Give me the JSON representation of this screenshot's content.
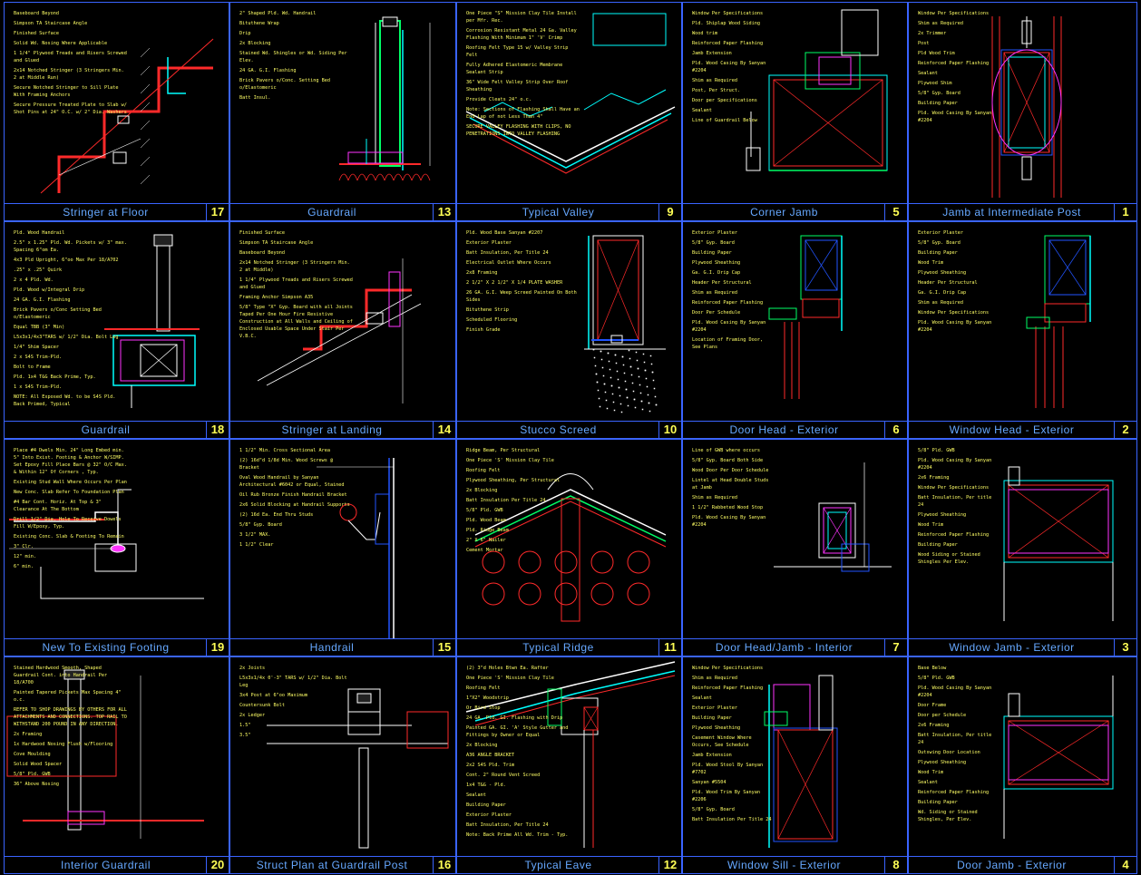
{
  "sheet": {
    "colors": {
      "border": "#3a64ff",
      "title": "#66a8ff",
      "number": "#ffff55",
      "note": "#ffff66",
      "red": "#ff2a2a",
      "cyan": "#00ffff",
      "green": "#00ff66",
      "magenta": "#ff33ff",
      "white": "#ffffff",
      "blue": "#2255ff"
    },
    "panels": [
      {
        "number": "17",
        "title": "Stringer at Floor",
        "art": "stair",
        "side": "left",
        "notes": [
          "Baseboard Beyond",
          "Simpson TA Staircase Angle",
          "Finished Surface",
          "Solid Wd. Nosing Where Applicable",
          "1 1/4\" Plywood Treads and Risers Screwed and Glued",
          "2x14 Notched Stringer (3 Stringers Min. 2 at Middle Run)",
          "Secure Notched Stringer to Sill Plate With Framing Anchors",
          "Secure Pressure Treated Plate to Slab w/ Shot Pins at 24\" O.C. w/ 2\" Dia. Washers"
        ]
      },
      {
        "number": "13",
        "title": "Guardrail",
        "art": "guardrail",
        "side": "left",
        "notes": [
          "2\" Shaped Pld. Wd. Handrail",
          "Bituthene Wrap",
          "Drip",
          "2x Blocking",
          "Stained Wd. Shingles or Wd. Siding Per Elev.",
          "24 GA. G.I. Flashing",
          "Brick Pavers o/Conc. Setting Bed o/Elastomeric",
          "Batt Insul."
        ]
      },
      {
        "number": "9",
        "title": "Typical Valley",
        "art": "valley",
        "side": "left",
        "notes": [
          "One Piece \"S\" Mission Clay Tile Install per Mfr. Rec.",
          "Corrosion Resistant Metal 24 Ga. Valley Flashing With Minimum 1\" 'V' Crimp",
          "Roofing Felt Type 15 w/ Valley Strip Felt",
          "Fully Adhered Elastomeric Membrane Sealant Strip",
          "36\" Wide Felt Valley Strip Over Roof Sheathing",
          "Provide Cleats 24\" o.c.",
          "Note: Sections of Flashing Shall Have an End Lap of not Less Than 4\"",
          "SECURE VALLEY FLASHING WITH CLIPS, NO PENETRATIONS INTO VALLEY FLASHING"
        ]
      },
      {
        "number": "5",
        "title": "Corner Jamb",
        "art": "jamb",
        "side": "left",
        "notes": [
          "Window Per Specifications",
          "Pld. Shiplap Wood Siding",
          "Wood trim",
          "Reinforced Paper Flashing",
          "Jamb Extension",
          "Pld. Wood Casing By Sanyan #2204",
          "Shim as Required",
          "Post, Per Struct.",
          "Door per Specifications",
          "Sealant",
          "Line of Guardrail Below"
        ]
      },
      {
        "number": "1",
        "title": "Jamb at Intermediate Post",
        "art": "post",
        "side": "left",
        "notes": [
          "Window Per Specifications",
          "Shim as Required",
          "2x Trimmer",
          "Post",
          "Pld Wood Trim",
          "Reinforced Paper Flashing",
          "Sealant",
          "Plywood Shim",
          "5/8\" Gyp. Board",
          "Building Paper",
          "Pld. Wood Casing By Sanyan #2204"
        ]
      },
      {
        "number": "18",
        "title": "Guardrail",
        "art": "handrail",
        "side": "left",
        "notes": [
          "Pld. Wood Handrail",
          "2.5\" x 1.25\" Pld. Wd. Pickets w/ 3\" max. Spacing 6\"om Ea.",
          "4x3 Pld Upright, 6\"oo Max Per 18/A702",
          ".25\" x .25\" Quirk",
          "2 x 4 Pld. Wd.",
          "Pld. Wood w/Integral Drip",
          "24 GA. G.I. Flashing",
          "Brick Pavers o/Conc Setting Bed o/Elastomeric",
          "Equal TBB (3\" Min)",
          "L5x3x1/4x3\"TARS w/ 1/2\" Dia. Bolt Leg",
          "1/4\" Shim Spacer",
          "2 x S4S Trim-Pld.",
          "Bolt to Frame",
          "Pld. 1x4 T&G Back Prime, Typ.",
          "1 x S4S Trim-Pld.",
          "NOTE: All Exposed Wd. to be S4S Pld. Back Primed, Typical"
        ]
      },
      {
        "number": "14",
        "title": "Stringer at Landing",
        "art": "stair2",
        "side": "left",
        "notes": [
          "Finished Surface",
          "Simpson TA Staircase Angle",
          "Baseboard Beyond",
          "2x14 Notched Stringer (3 Stringers Min. 2 at Middle)",
          "1 1/4\" Plywood Treads and Risers Screwed and Glued",
          "Framing Anchor Simpson A35",
          "5/8\" Type \"X\" Gyp. Board with all Joints Taped Per One Hour Fire Resistive Construction at All Walls and Ceiling of Enclosed Usable Space Under Stair Per V.B.C."
        ]
      },
      {
        "number": "10",
        "title": "Stucco Screed",
        "art": "stucco",
        "side": "left",
        "notes": [
          "Pld. Wood Base Sanyan #2207",
          "Exterior Plaster",
          "Batt Insulation, Per Title 24",
          "Electrical Outlet Where Occurs",
          "2x8 Framing",
          "2 1/2\" X 2 1/2\" X 1/4 PLATE WASHER",
          "26 GA. G.I. Weep Screed Painted On Both Sides",
          "Bituthene Strip",
          "Scheduled Flooring",
          "Finish Grade"
        ]
      },
      {
        "number": "6",
        "title": "Door Head - Exterior",
        "art": "head",
        "side": "left",
        "notes": [
          "Exterior Plaster",
          "5/8\" Gyp. Board",
          "Building Paper",
          "Plywood Sheathing",
          "Ga. G.I. Drip Cap",
          "Header Per Structural",
          "Shim as Required",
          "Reinforced Paper Flashing",
          "Door Per Schedule",
          "Pld. Wood Casing By Sanyan #2204",
          "Location of Framing Door, See Plans"
        ]
      },
      {
        "number": "2",
        "title": "Window Head - Exterior",
        "art": "whead",
        "side": "left",
        "notes": [
          "Exterior Plaster",
          "5/8\" Gyp. Board",
          "Building Paper",
          "Wood Trim",
          "Plywood Sheathing",
          "Header Per Structural",
          "Ga. G.I. Drip Cap",
          "Shim as Required",
          "Window Per Specifications",
          "Pld. Wood Casing By Sanyan #2204"
        ]
      },
      {
        "number": "19",
        "title": "New To Existing Footing",
        "art": "footing",
        "side": "left",
        "notes": [
          "Place #4 Dwels Min. 24\" Long Embed min. 5\" Into Exist. Footing & Anchor W/SIMP. Set Epoxy Fill Place Bars @ 32\" O/C Max. & Within 12\" Of Corners , Typ.",
          "Existing Stud Wall Where Occurs Per Plan",
          "New Conc. Slab Refer To Foundation Plan",
          "#4 Bar Cont. Horiz. At Top & 3\" Clearance At The Bottom",
          "Drill 1/2\" Dia. Hole To Receive Dowels Fill W/Epoxy, Typ.",
          "Existing Conc. Slab & Footing To Remain",
          "3\" Clr.",
          "12\" min.",
          "6\" min."
        ]
      },
      {
        "number": "15",
        "title": "Handrail",
        "art": "handrail2",
        "side": "left",
        "notes": [
          "1 1/2\" Min. Cross Sectional Area",
          "(2) 16d\"d 1/8d Min. Wood Screws @ Bracket",
          "Oval Wood Handrail by Sanyan Architectural #6042 or Equal, Stained",
          "Oil Rub Bronze Finish Handrail Bracket",
          "2x6 Solid Blocking at Handrail Supports",
          "(2) 16d Ea. End Thru Studs",
          "5/8\" Gyp. Board",
          "3 1/2\" MAX.",
          "1 1/2\" Clear"
        ]
      },
      {
        "number": "11",
        "title": "Typical Ridge",
        "art": "ridge",
        "side": "left",
        "notes": [
          "Ridge Beam, Per Structural",
          "One Piece 'S' Mission Clay Tile",
          "Roofing Felt",
          "Plywood Sheathing, Per Structural",
          "2x Blocking",
          "Batt Insulation Per Title 24",
          "5/8\" Pld. GWB",
          "Pld. Wood Beam",
          "Pld. Ridge Beam",
          "2\" X 6\" Nailer",
          "Cement Mortar"
        ]
      },
      {
        "number": "7",
        "title": "Door Head/Jamb - Interior",
        "art": "door",
        "side": "left",
        "notes": [
          "Line of GWB where occurs",
          "5/8\" Gyp. Board Both Side",
          "Wood Door Per Door Schedule",
          "Lintel at Head Double Studs at Jamb",
          "Shim as Required",
          "1 1/2\" Rabbeted Wood Stop",
          "Pld. Wood Casing By Sanyan #2204"
        ]
      },
      {
        "number": "3",
        "title": "Window Jamb - Exterior",
        "art": "wjamb",
        "side": "left",
        "notes": [
          "5/8\" Pld. GWB",
          "Pld. Wood Casing By Sanyan #2204",
          "2x6 Framing",
          "Window Per Specifications",
          "Batt Insulation, Per title 24",
          "Plywood Sheathing",
          "Wood Trim",
          "Reinforced Paper Flashing",
          "Building Paper",
          "Wood Siding or Stained Shingles Per Elev."
        ]
      },
      {
        "number": "20",
        "title": "Interior Guardrail",
        "art": "iguard",
        "side": "left",
        "notes": [
          "Stained Hardwood Smooth, Shaped Guardrail Cont. into Handrail Per 18/A700",
          "Painted Tapered Pickets Max Spacing 4\" o.c.",
          "REFER TO SHOP DRAWINGS BY OTHERS FOR ALL ATTACHMENTS AND CONNECTIONS. TOP RAIL TO WITHSTAND 200 POUND IN ANY DIRECTION.",
          "2x Framing",
          "1x Hardwood Nosing Flush w/Flooring",
          "Cove Moulding",
          "Solid Wood Spacer",
          "5/8\" Pld. GWB",
          "36\" Above Nosing"
        ]
      },
      {
        "number": "16",
        "title": "Struct Plan at Guardrail Post",
        "art": "struct",
        "side": "left",
        "notes": [
          "2x Joists",
          "L5x3x1/4x 0'-3\" TARS w/ 1/2\" Dia. Bolt Leg",
          "3x4 Post at 6\"oo Maximum",
          "Countersunk Bolt",
          "2x Ledger",
          "1.5\"",
          "3.5\""
        ]
      },
      {
        "number": "12",
        "title": "Typical Eave",
        "art": "eave",
        "side": "left",
        "notes": [
          "(2) 3\"d Holes Btwn Ea. Rafter",
          "One Piece 'S' Mission Clay Tile",
          "Roofing Felt",
          "1\"X2\" Woodstrip",
          "Or Bird Stop",
          "24 GA. Pld. GI. Flashing with Drip",
          "Painted GA. GI. 'A' Style Gutter and Fittings by Owner or Equal",
          "2x Blocking",
          "A36 ANGLE BRACKET",
          "2x2 S4S Pld. Trim",
          "Cont. 2\" Round Vent Screed",
          "1x4 T&G - Pld.",
          "Sealant",
          "Building Paper",
          "Exterior Plaster",
          "Batt Insulation, Per Title 24",
          "Note: Back Prime All Wd. Trim - Typ."
        ]
      },
      {
        "number": "8",
        "title": "Window Sill - Exterior",
        "art": "sill",
        "side": "left",
        "notes": [
          "Window Per Specifications",
          "Shim as Required",
          "Reinforced Paper Flashing",
          "Sealant",
          "Exterior Plaster",
          "Building Paper",
          "Plywood Sheathing",
          "Casement Window Where Occurs, See Schedule",
          "Jamb Extension",
          "Pld. Wood Stool By Sanyan #7702",
          "Sanyan #5504",
          "Pld. Wood Trim By Sanyan #2206",
          "5/8\" Gyp. Board",
          "Batt Insulation Per Title 24"
        ]
      },
      {
        "number": "4",
        "title": "Door Jamb - Exterior",
        "art": "djamb",
        "side": "left",
        "notes": [
          "Base Below",
          "5/8\" Pld. GWB",
          "Pld. Wood Casing By Sanyan #2204",
          "Door Frame",
          "Door per Schedule",
          "2x6 Framing",
          "Batt Insulation, Per title 24",
          "Outswing Door Location",
          "Plywood Sheathing",
          "Wood Trim",
          "Sealant",
          "Reinforced Paper Flashing",
          "Building Paper",
          "Wd. Siding or Stained Shingles, Per Elev."
        ]
      }
    ]
  }
}
